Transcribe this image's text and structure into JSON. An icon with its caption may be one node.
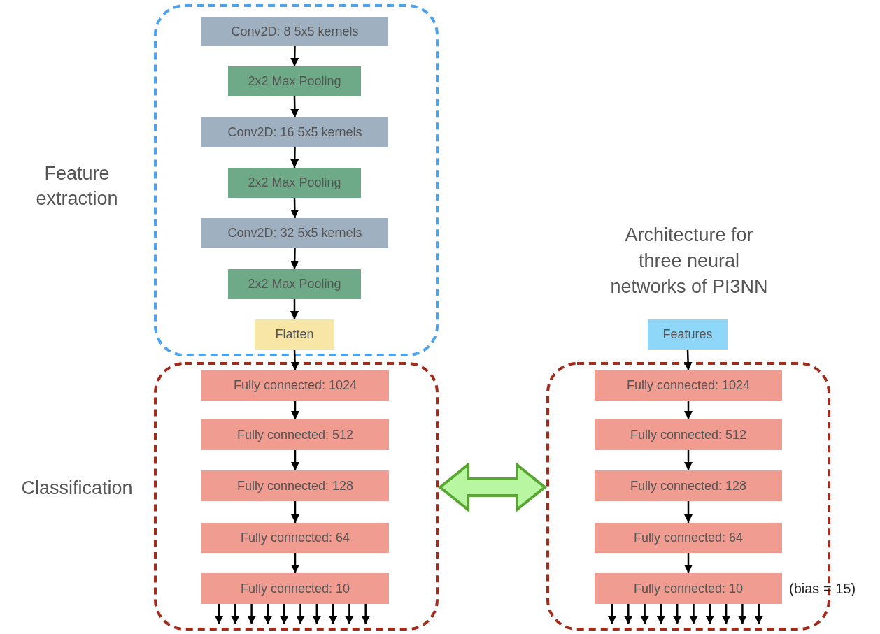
{
  "diagram": {
    "title": "Architecture for three neural networks of PI3NN",
    "nodes": [
      {
        "text": [
          "Feature extraction"
        ]
      },
      {
        "text": [
          "Conv2D: 8 5x5 kernels"
        ],
        "in": 0
      },
      {
        "text": [
          "2x2 Max Pooling"
        ],
        "in": 0
      },
      {
        "text": [
          "Conv2D: 16 5x5 kernels"
        ],
        "in": 0
      },
      {
        "text": [
          "2x2 Max Pooling"
        ],
        "in": 0
      },
      {
        "text": [
          "Conv2D: 32 5x5 kernels"
        ],
        "in": 0
      },
      {
        "text": [
          "2x2 Max Pooling"
        ],
        "in": 0
      },
      {
        "text": [
          "Flatten"
        ],
        "in": 0
      },
      {
        "text": [
          "Classification"
        ]
      },
      {
        "text": [
          "Fully connected: 1024"
        ],
        "in": 8
      },
      {
        "text": [
          "Fully connected: 512"
        ],
        "in": 8
      },
      {
        "text": [
          "Fully connected: 128"
        ],
        "in": 8
      },
      {
        "text": [
          "Fully connected: 64"
        ],
        "in": 8
      },
      {
        "text": [
          "Fully connected: 10"
        ],
        "in": 8
      },
      {
        "text": [
          "Features"
        ]
      },
      {
        "text": [],
        "shape": "box"
      },
      {
        "text": [
          "Fully connected: 1024"
        ],
        "in": 15
      },
      {
        "text": [
          "Fully connected: 512"
        ],
        "in": 15
      },
      {
        "text": [
          "Fully connected: 128"
        ],
        "in": 15
      },
      {
        "text": [
          "Fully connected: 64"
        ],
        "in": 15
      },
      {
        "text": [
          "Fully connected: 10"
        ],
        "in": 15,
        "beside": [
          "(bias = 15)"
        ]
      }
    ],
    "edges": [
      {
        "from": 1,
        "to": 2,
        "arrow": "to"
      },
      {
        "from": 2,
        "to": 3,
        "arrow": "to"
      },
      {
        "from": 3,
        "to": 4,
        "arrow": "to"
      },
      {
        "from": 4,
        "to": 5,
        "arrow": "to"
      },
      {
        "from": 5,
        "to": 6,
        "arrow": "to"
      },
      {
        "from": 6,
        "to": 7,
        "arrow": "to"
      },
      {
        "from": 7,
        "to": 9,
        "arrow": "to"
      },
      {
        "from": 9,
        "to": 10,
        "arrow": "to"
      },
      {
        "from": 10,
        "to": 11,
        "arrow": "to"
      },
      {
        "from": 11,
        "to": 12,
        "arrow": "to"
      },
      {
        "from": 12,
        "to": 13,
        "arrow": "to"
      },
      {
        "from": 13,
        "to": null,
        "arrow": "to"
      },
      {
        "from": 13,
        "to": null,
        "arrow": "to"
      },
      {
        "from": 13,
        "to": null,
        "arrow": "to"
      },
      {
        "from": 13,
        "to": null,
        "arrow": "to"
      },
      {
        "from": 13,
        "to": null,
        "arrow": "to"
      },
      {
        "from": 13,
        "to": null,
        "arrow": "to"
      },
      {
        "from": 13,
        "to": null,
        "arrow": "to"
      },
      {
        "from": 13,
        "to": null,
        "arrow": "to"
      },
      {
        "from": 13,
        "to": null,
        "arrow": "to"
      },
      {
        "from": 13,
        "to": null,
        "arrow": "to"
      },
      {
        "from": 14,
        "to": 16,
        "arrow": "to"
      },
      {
        "from": 16,
        "to": 17,
        "arrow": "to"
      },
      {
        "from": 17,
        "to": 18,
        "arrow": "to"
      },
      {
        "from": 18,
        "to": 19,
        "arrow": "to"
      },
      {
        "from": 19,
        "to": 20,
        "arrow": "to"
      },
      {
        "from": 20,
        "to": null,
        "arrow": "to"
      },
      {
        "from": 20,
        "to": null,
        "arrow": "to"
      },
      {
        "from": 20,
        "to": null,
        "arrow": "to"
      },
      {
        "from": 20,
        "to": null,
        "arrow": "to"
      },
      {
        "from": 20,
        "to": null,
        "arrow": "to"
      },
      {
        "from": 20,
        "to": null,
        "arrow": "to"
      },
      {
        "from": 20,
        "to": null,
        "arrow": "to"
      },
      {
        "from": 20,
        "to": null,
        "arrow": "to"
      },
      {
        "from": 20,
        "to": null,
        "arrow": "to"
      },
      {
        "from": 20,
        "to": null,
        "arrow": "to"
      },
      {
        "from": 8,
        "to": 15,
        "arrow": "both",
        "style": "thick",
        "color": "#5aa632"
      }
    ]
  }
}
